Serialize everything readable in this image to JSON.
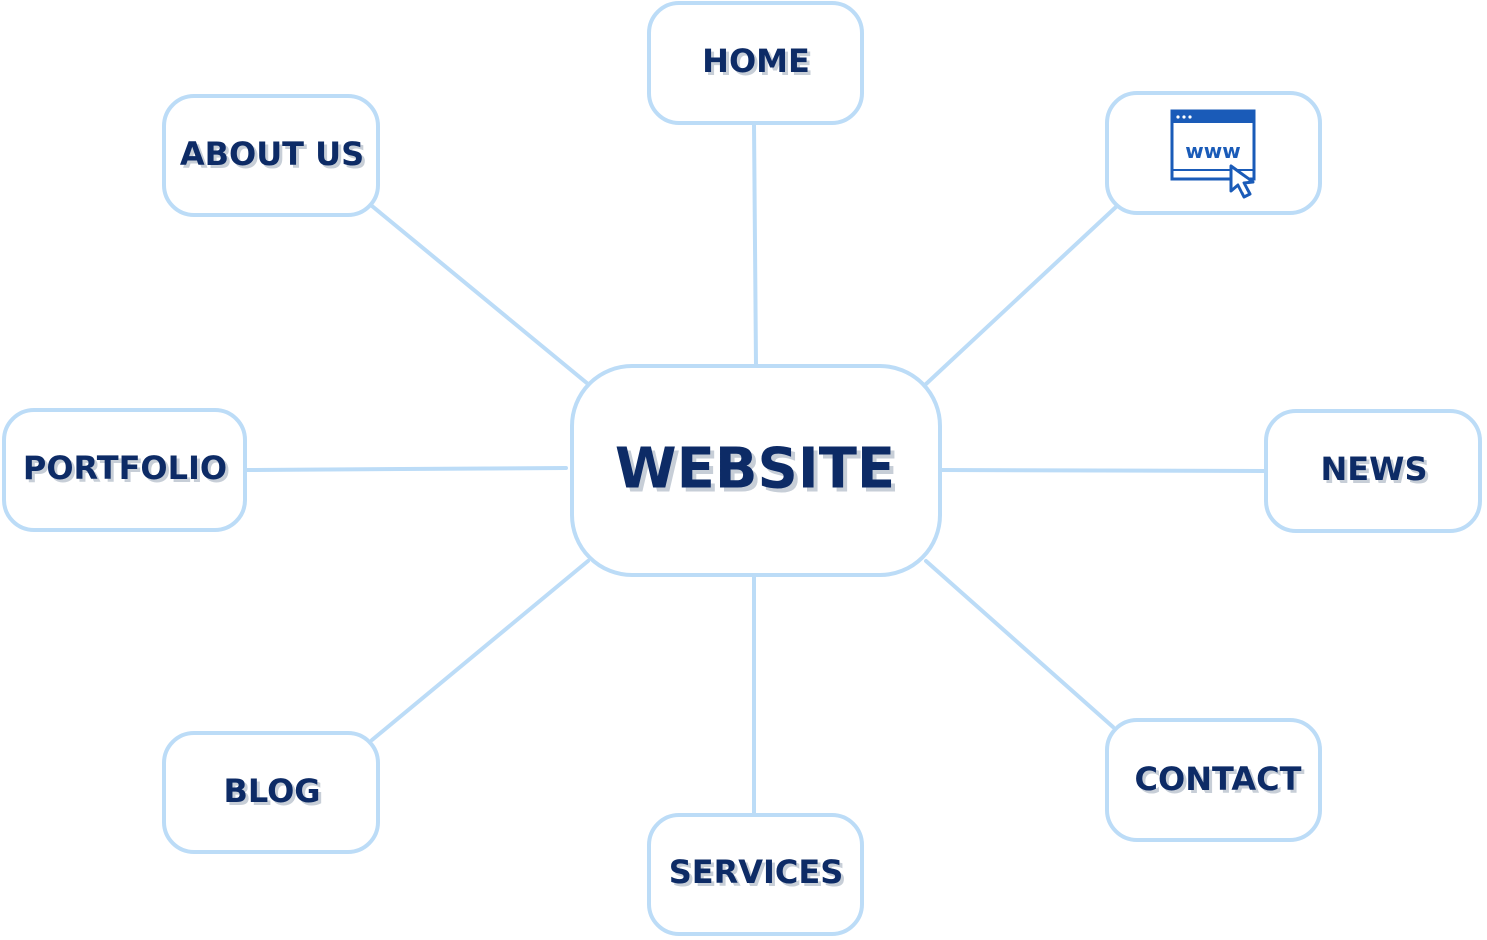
{
  "diagram": {
    "center": {
      "label": "WEBSITE"
    },
    "nodes": [
      {
        "key": "home",
        "label": "HOME"
      },
      {
        "key": "www",
        "label": "",
        "icon": "www-browser-cursor-icon",
        "icon_text": "www"
      },
      {
        "key": "about",
        "label": "ABOUT US"
      },
      {
        "key": "portfolio",
        "label": "PORTFOLIO"
      },
      {
        "key": "news",
        "label": "NEWS"
      },
      {
        "key": "blog",
        "label": "BLOG"
      },
      {
        "key": "contact",
        "label": "CONTACT"
      },
      {
        "key": "services",
        "label": "SERVICES"
      }
    ],
    "colors": {
      "border": "#bcdcf7",
      "text": "#0d2b66",
      "icon": "#1a5bb8",
      "background": "#ffffff"
    }
  }
}
